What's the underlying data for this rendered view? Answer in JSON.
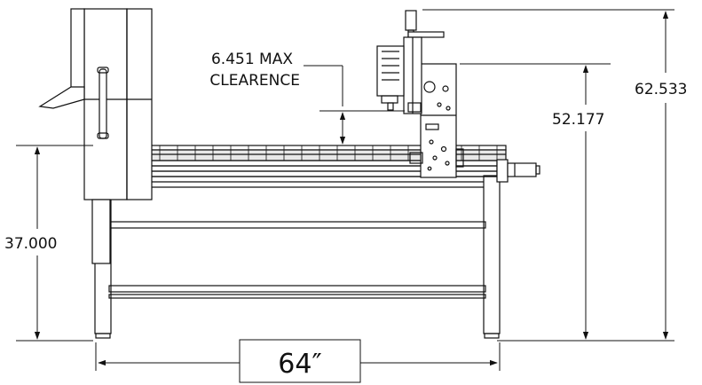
{
  "dimensions": {
    "clearance_line1": "6.451 MAX",
    "clearance_line2": "CLEARENCE",
    "total_height": "62.533",
    "gantry_height": "52.177",
    "table_height": "37.000",
    "width": "64″"
  }
}
